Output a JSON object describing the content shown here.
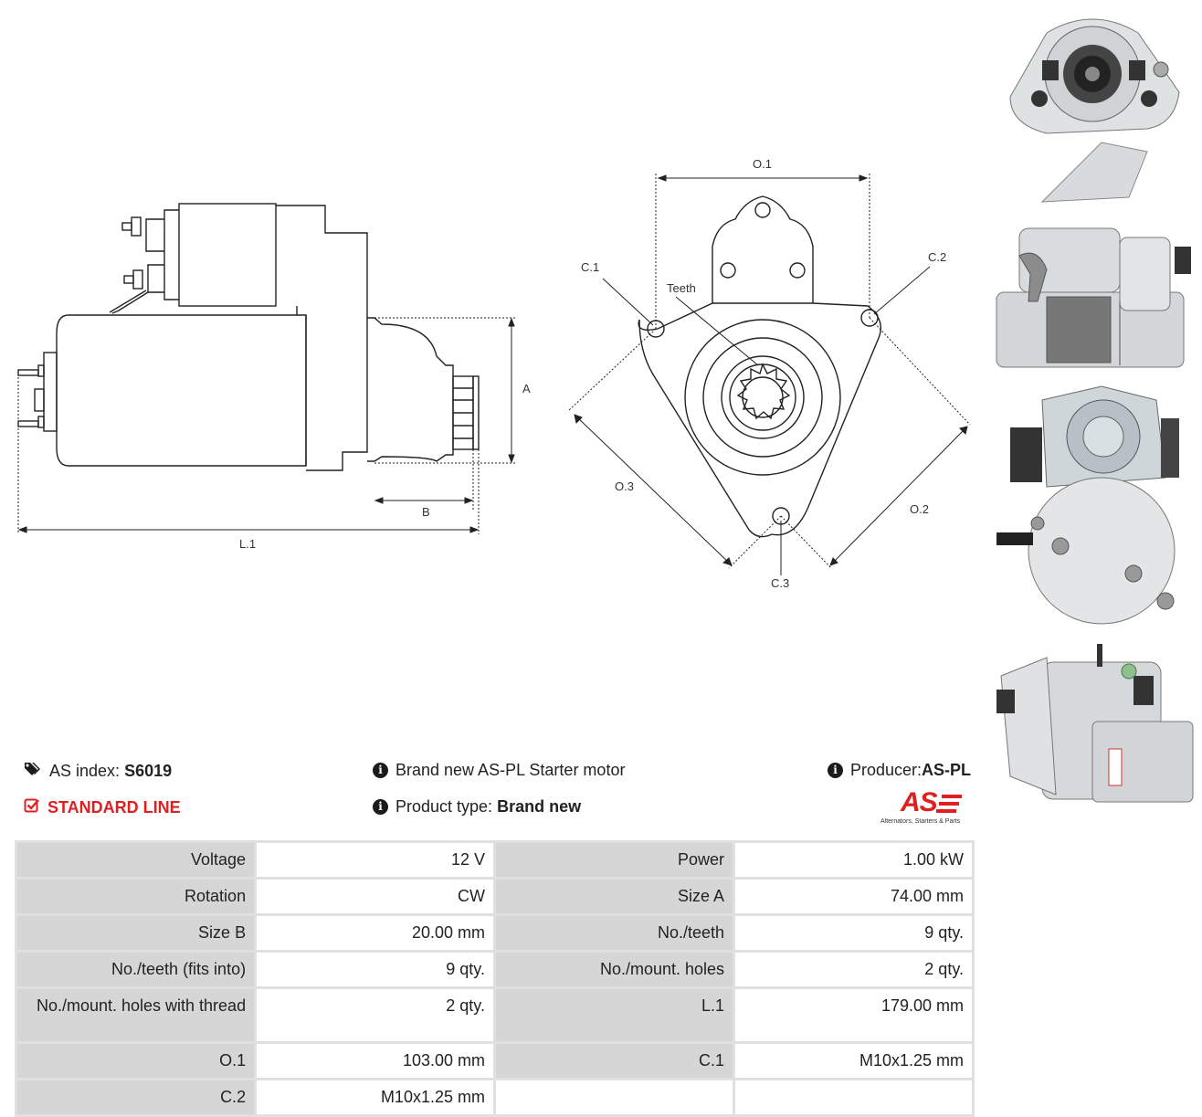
{
  "drawing": {
    "labels": {
      "A": "A",
      "B": "B",
      "L1": "L.1",
      "O1": "O.1",
      "O2": "O.2",
      "O3": "O.3",
      "C1": "C.1",
      "C2": "C.2",
      "C3": "C.3",
      "teeth": "Teeth"
    }
  },
  "photos": [
    {
      "name": "starter-front-view"
    },
    {
      "name": "starter-side-view"
    },
    {
      "name": "starter-rear-view"
    },
    {
      "name": "starter-top-view"
    }
  ],
  "info": {
    "index_label": "AS index:",
    "index_value": "S6019",
    "line": "STANDARD LINE",
    "description": "Brand new AS-PL Starter motor",
    "product_type_label": "Product type:",
    "product_type_value": "Brand new",
    "producer_label": "Producer:",
    "producer_value": "AS-PL",
    "logo_text": "AS",
    "logo_tagline": "Alternators, Starters & Parts"
  },
  "specs": [
    [
      "Voltage",
      "12 V",
      "Power",
      "1.00 kW"
    ],
    [
      "Rotation",
      "CW",
      "Size A",
      "74.00 mm"
    ],
    [
      "Size B",
      "20.00 mm",
      "No./teeth",
      "9 qty."
    ],
    [
      "No./teeth (fits into)",
      "9 qty.",
      "No./mount. holes",
      "2 qty."
    ],
    [
      "No./mount. holes with thread",
      "2 qty.",
      "L.1",
      "179.00 mm"
    ],
    [
      "O.1",
      "103.00 mm",
      "C.1",
      "M10x1.25 mm"
    ],
    [
      "C.2",
      "M10x1.25 mm",
      "",
      ""
    ]
  ],
  "colors": {
    "accent_red": "#e02020",
    "label_bg": "#d6d6d6",
    "border": "#e0e0e0"
  }
}
